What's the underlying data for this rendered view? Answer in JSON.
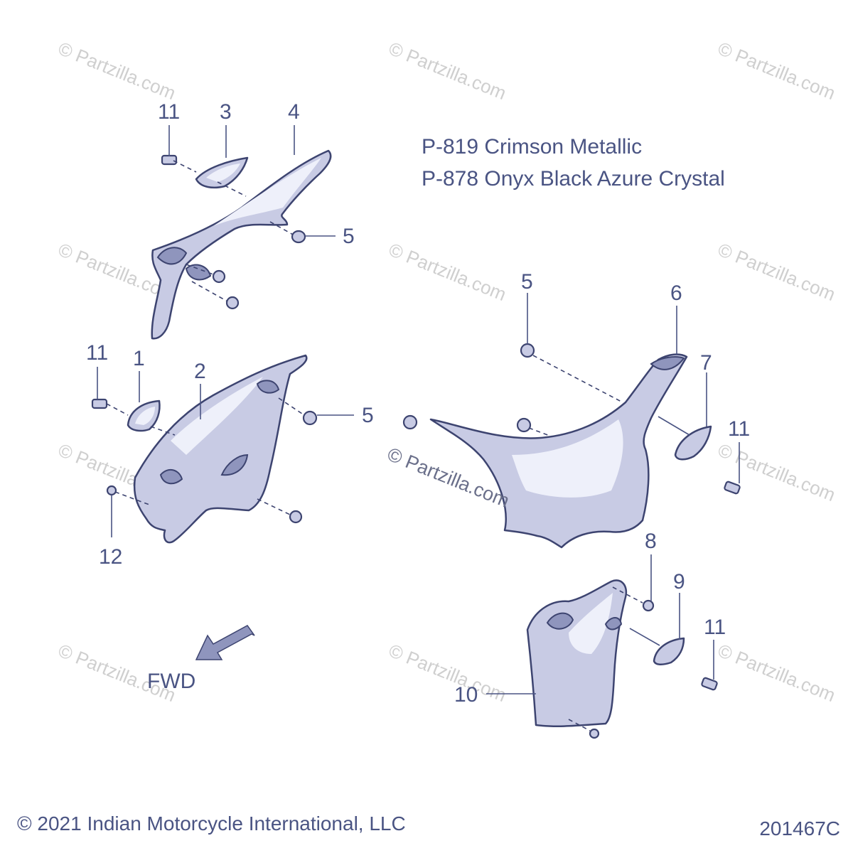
{
  "watermark": "© Partzilla.com",
  "paint_codes": [
    "P-819 Crimson Metallic",
    "P-878 Onyx Black Azure Crystal"
  ],
  "callouts": {
    "c11a": "11",
    "c3": "3",
    "c4": "4",
    "c5a": "5",
    "c11b": "11",
    "c1": "1",
    "c2": "2",
    "c5b": "5",
    "c12": "12",
    "c5c": "5",
    "c6": "6",
    "c7": "7",
    "c11c": "11",
    "c8": "8",
    "c9": "9",
    "c11d": "11",
    "c10": "10"
  },
  "direction_label": "FWD",
  "copyright": "© 2021 Indian Motorcycle International, LLC",
  "reference_number": "201467C",
  "colors": {
    "ink": "#4a5483",
    "part_fill": "#c8cbe4",
    "outline": "#3d4470",
    "watermark": "#cfcfcf"
  }
}
